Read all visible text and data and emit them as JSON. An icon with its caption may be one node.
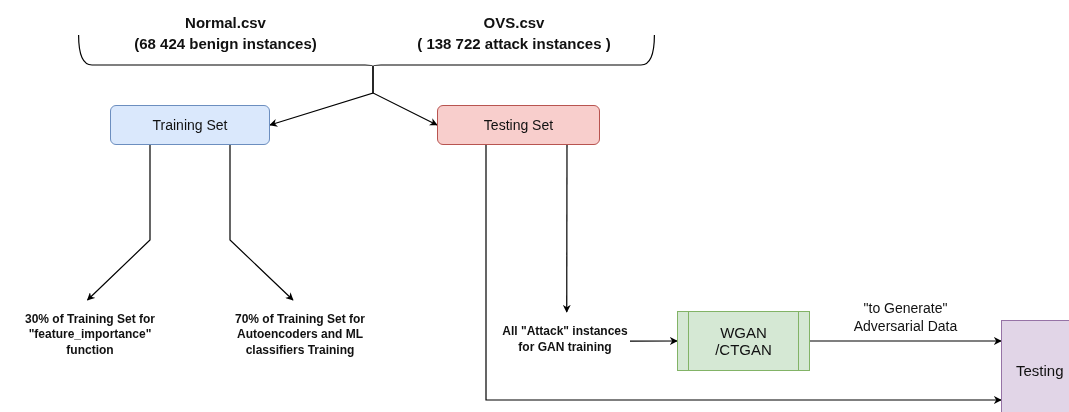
{
  "diagram": {
    "nodes": [
      {
        "text": [
          "Normal.csv",
          "(68 424 benign instances)"
        ]
      },
      {
        "text": [
          "OVS.csv",
          "( 138 722 attack instances )"
        ]
      },
      {
        "text": [
          "Training Set"
        ]
      },
      {
        "text": [
          "Testing Set"
        ]
      },
      {
        "text": [
          "30% of Training Set for \"feature_importance\" function"
        ]
      },
      {
        "text": [
          "70% of Training Set for Autoencoders and ML classifiers Training"
        ]
      },
      {
        "text": [
          "All \"Attack\" instances for GAN training"
        ]
      },
      {
        "text": [
          "WGAN /CTGAN"
        ]
      },
      {
        "text": [
          "Testing"
        ]
      }
    ],
    "edges": [
      {
        "from": 0,
        "to": 2,
        "arrow": "to"
      },
      {
        "from": 1,
        "to": 2,
        "arrow": "to"
      },
      {
        "from": 0,
        "to": 3,
        "arrow": "to"
      },
      {
        "from": 1,
        "to": 3,
        "arrow": "to"
      },
      {
        "from": 2,
        "to": 4,
        "arrow": "to"
      },
      {
        "from": 2,
        "to": 5,
        "arrow": "to"
      },
      {
        "from": 3,
        "to": 6,
        "arrow": "to"
      },
      {
        "from": 3,
        "to": 8,
        "arrow": "to"
      },
      {
        "from": 6,
        "to": 7,
        "arrow": "to"
      },
      {
        "from": 7,
        "to": 8,
        "arrow": "to",
        "label": "\"to Generate\" Adversarial Data"
      }
    ]
  }
}
